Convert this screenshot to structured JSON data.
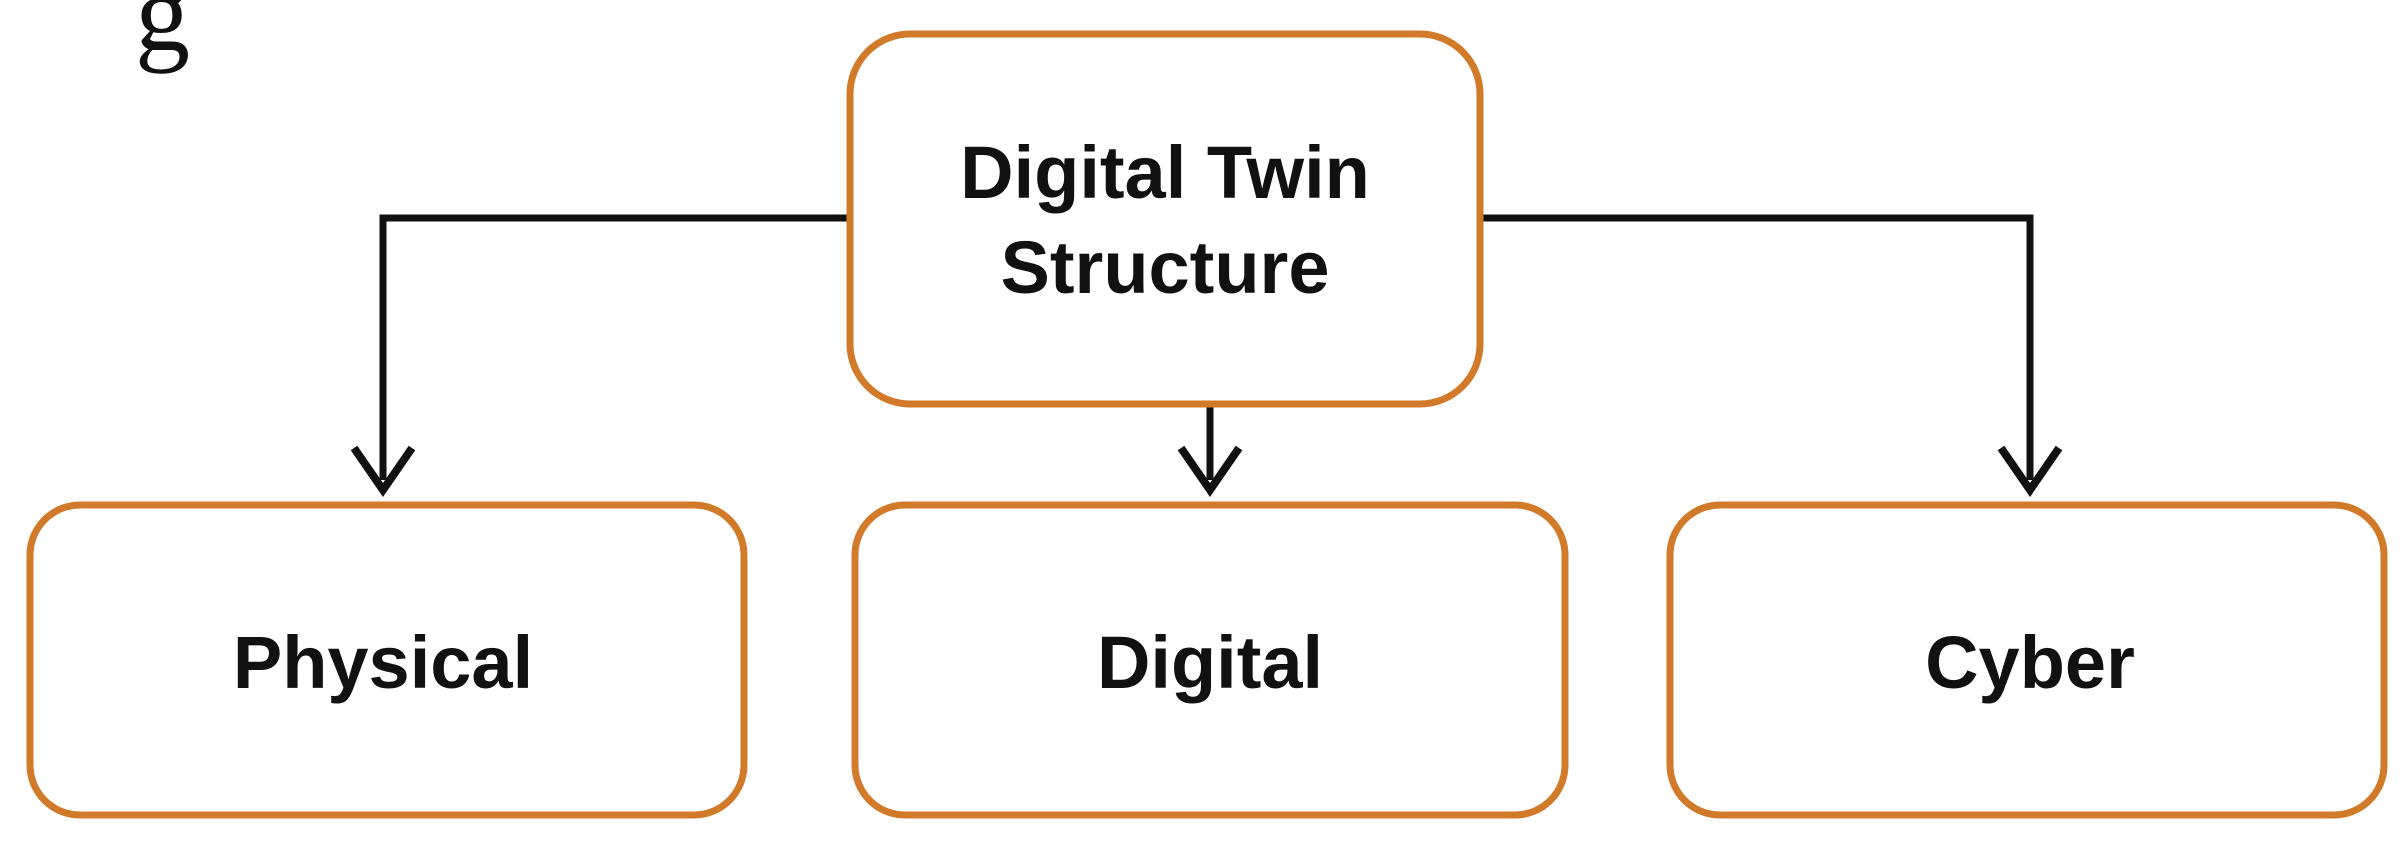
{
  "top_fragment": {
    "text": "g"
  },
  "root": {
    "label_line1": "Digital Twin",
    "label_line2": "Structure"
  },
  "children": [
    {
      "label": "Physical"
    },
    {
      "label": "Digital"
    },
    {
      "label": "Cyber"
    }
  ],
  "colors": {
    "node_border": "#d07a2a",
    "edge": "#111111",
    "text": "#111111"
  }
}
